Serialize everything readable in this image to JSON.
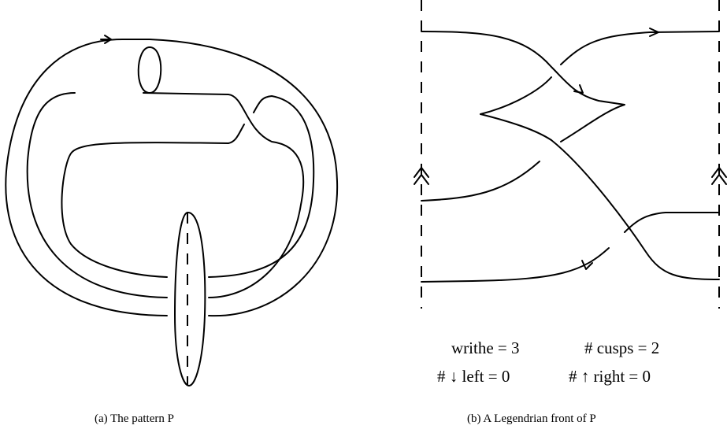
{
  "captions": {
    "left": "(a) The pattern P",
    "right": "(b) A Legendrian front of P"
  },
  "stats": {
    "writhe": "writhe = 3",
    "cusps": "# cusps = 2",
    "down_left": "# ↓ left = 0",
    "up_right": "# ↑ right = 0"
  }
}
